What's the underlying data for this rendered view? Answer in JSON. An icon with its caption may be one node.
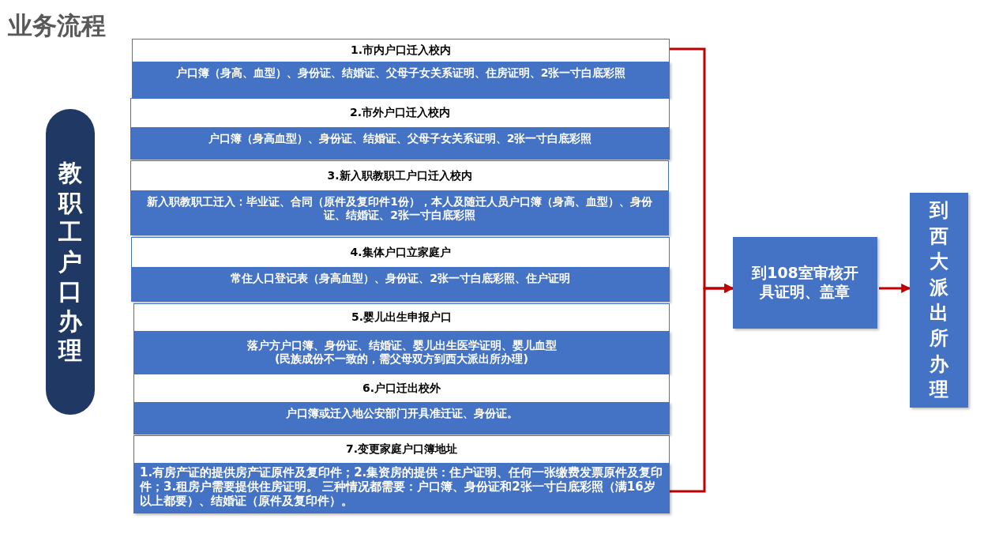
{
  "diagram": {
    "title": "业务流程",
    "nodes": [
      {
        "text": [
          "教职工户口办理"
        ]
      },
      {
        "text": [
          "1.市内户口迁入校内",
          "户口簿（身高、血型）、身份证、结婚证、父母子女关系证明、住房证明、2张一寸白底彩照"
        ]
      },
      {
        "text": [
          "2.市外户口迁入校内",
          "户口簿（身高血型）、身份证、结婚证、父母子女关系证明、2张一寸白底彩照"
        ]
      },
      {
        "text": [
          "3.新入职教职工户口迁入校内",
          "新入职教职工迁入：毕业证、合同（原件及复印件1份），本人及随迁人员户口簿（身高、血型）、身份证、结婚证、2张一寸白底彩照"
        ]
      },
      {
        "text": [
          "4.集体户口立家庭户",
          "常住人口登记表（身高血型）、身份证、2张一寸白底彩照、住户证明"
        ]
      },
      {
        "text": [
          "5.婴儿出生申报户口",
          "落户方户口簿、身份证、结婚证、婴儿出生医学证明、婴儿血型 (民族成份不一致的，需父母双方到西大派出所办理)"
        ]
      },
      {
        "text": [
          "6.户口迁出校外",
          "户口簿或迁入地公安部门开具准迁证、身份证。"
        ]
      },
      {
        "text": [
          "7.变更家庭户口簿地址",
          "1.有房产证的提供房产证原件及复印件；2.集资房的提供：住户证明、任何一张缴费发票原件及复印件；3.租房户需要提供住房证明。 三种情况都需要：户口簿、身份证和2张一寸白底彩照（满16岁以上都要）、结婚证（原件及复印件）。"
        ]
      },
      {
        "text": [
          "到108室审核开具证明、盖章"
        ]
      },
      {
        "text": [
          "到西大派出所办理"
        ]
      }
    ],
    "edges": [
      {
        "from": 1,
        "to": 8,
        "arrow": "to",
        "color": "#c00000"
      },
      {
        "from": 7,
        "to": 8,
        "arrow": "to",
        "color": "#c00000"
      },
      {
        "from": 8,
        "to": 9,
        "arrow": "to",
        "color": "#c00000"
      }
    ]
  }
}
